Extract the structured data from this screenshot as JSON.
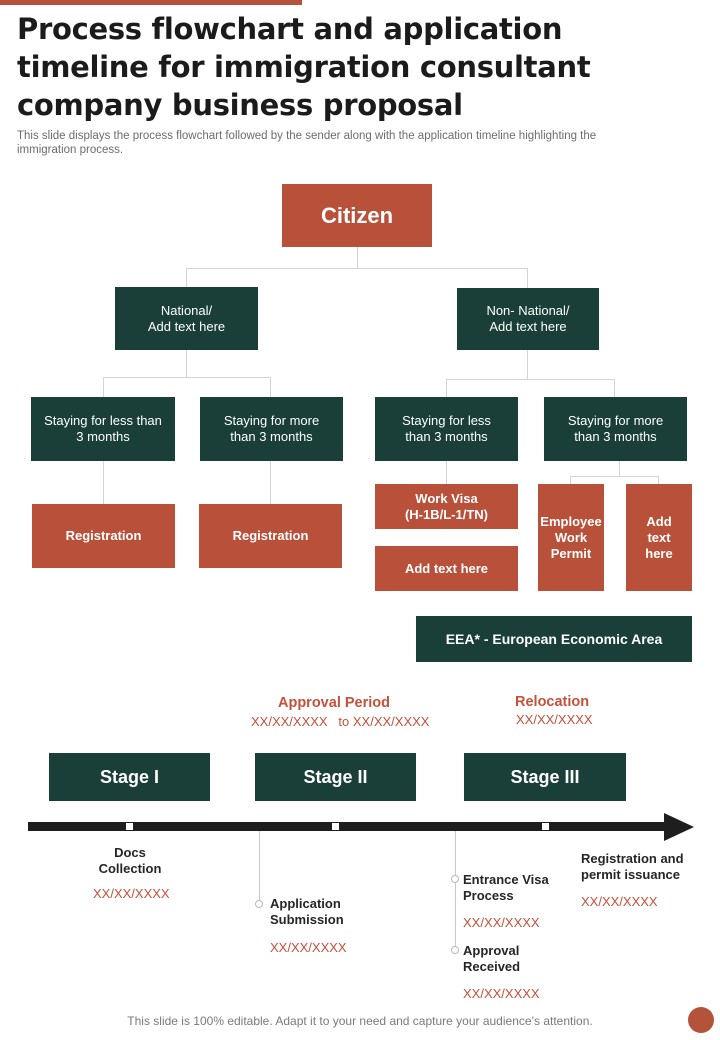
{
  "header": {
    "title": "Process flowchart and application timeline for immigration consultant company business proposal",
    "subtitle": "This slide displays the process flowchart followed by the sender along with the application timeline highlighting the immigration process."
  },
  "flowchart": {
    "root": "Citizen",
    "national": "National/\nAdd text here",
    "non_national": "Non- National/\nAdd text here",
    "nat_less": "Staying for less than\n3 months",
    "nat_more": "Staying for more\nthan 3 months",
    "non_less": "Staying for less\nthan 3 months",
    "non_more": "Staying for more\nthan 3 months",
    "registration_1": "Registration",
    "registration_2": "Registration",
    "work_visa": "Work Visa\n(H-1B/L-1/TN)",
    "add_text_1": "Add text here",
    "employee_permit": "Employee\nWork\nPermit",
    "add_text_2": "Add\ntext\nhere",
    "eea": "EEA* - European Economic Area"
  },
  "timeline": {
    "approval_label": "Approval Period",
    "approval_dates": "XX/XX/XXXX   to XX/XX/XXXX",
    "relocation_label": "Relocation",
    "relocation_date": "XX/XX/XXXX",
    "stage1": "Stage I",
    "stage2": "Stage II",
    "stage3": "Stage III",
    "docs": "Docs\nCollection",
    "docs_date": "XX/XX/XXXX",
    "app_sub": "Application\nSubmission",
    "app_sub_date": "XX/XX/XXXX",
    "entrance": "Entrance Visa\nProcess",
    "entrance_date": "XX/XX/XXXX",
    "approval_received": "Approval\nReceived",
    "approval_received_date": "XX/XX/XXXX",
    "reg_permit": "Registration and\npermit issuance",
    "reg_permit_date": "XX/XX/XXXX"
  },
  "footer": "This slide is 100% editable. Adapt it to your need and capture your audience’s attention.",
  "colors": {
    "accent_red": "#b8503a",
    "dark_green": "#193f38"
  }
}
